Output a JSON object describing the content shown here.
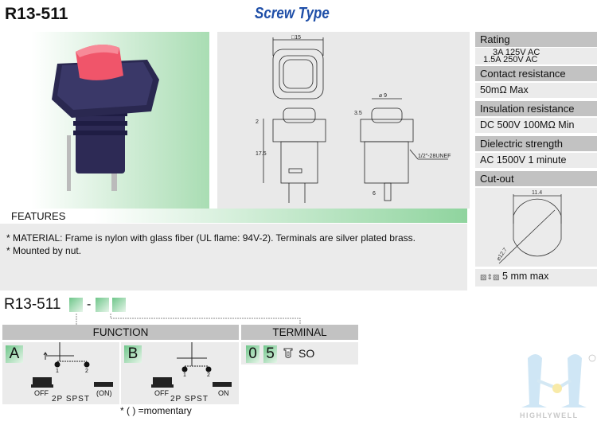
{
  "title": "R13-511",
  "subtitle": "Screw Type",
  "drawing": {
    "square": "□15",
    "h1": "2",
    "h2": "17.5",
    "dia": "⌀ 9",
    "h3": "3.5",
    "thread": "1/2\"-28UNEF",
    "pin": "6"
  },
  "specs": [
    {
      "label": "Rating",
      "values": [
        "3A 125V AC",
        "1.5A 250V AC"
      ]
    },
    {
      "label": "Contact resistance",
      "values": [
        "50mΩ Max"
      ]
    },
    {
      "label": "Insulation resistance",
      "values": [
        "DC 500V 100MΩ Min"
      ]
    },
    {
      "label": "Dielectric strength",
      "values": [
        "AC 1500V 1 minute"
      ]
    },
    {
      "label": "Cut-out",
      "width": "11.4",
      "dia": "⌀12.7",
      "panel": "5 mm max"
    }
  ],
  "features": {
    "title": "FEATURES",
    "lines": [
      "* MATERIAL: Frame is nylon with glass fiber (UL flame: 94V-2). Terminals are silver plated brass.",
      "* Mounted by nut."
    ]
  },
  "code": {
    "prefix": "R13-511",
    "dash": "-"
  },
  "function": {
    "header": "FUNCTION",
    "options": [
      {
        "letter": "A",
        "off": "OFF",
        "on": "(ON)",
        "type": "2P SPST",
        "p1": "1",
        "p2": "2"
      },
      {
        "letter": "B",
        "off": "OFF",
        "on": "ON",
        "type": "2P SPST",
        "p1": "1",
        "p2": "2"
      }
    ],
    "note": "* (  ) =momentary"
  },
  "terminal": {
    "header": "TERMINAL",
    "d1": "0",
    "d2": "5",
    "label": "SO"
  },
  "logo": {
    "text": "HIGHLYWELL",
    "reg": "®"
  }
}
